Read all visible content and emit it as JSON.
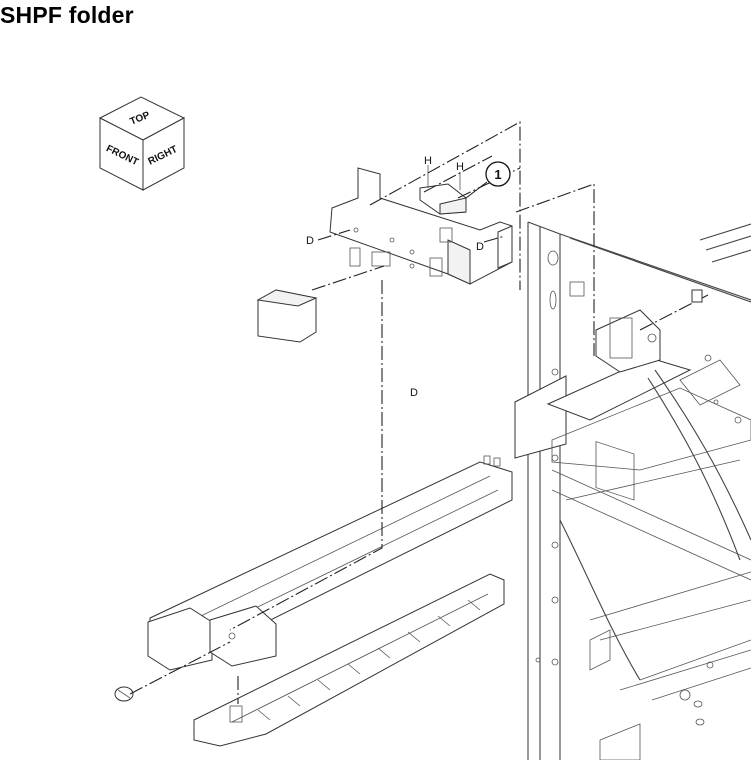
{
  "title": "SHPF folder",
  "orientation_cube": {
    "top_label": "TOP",
    "front_label": "FRONT",
    "right_label": "RIGHT"
  },
  "callouts": [
    {
      "number": "1"
    }
  ],
  "labels": {
    "h1": "H",
    "h2": "H",
    "d1": "D",
    "d2": "D",
    "d3": "D"
  }
}
